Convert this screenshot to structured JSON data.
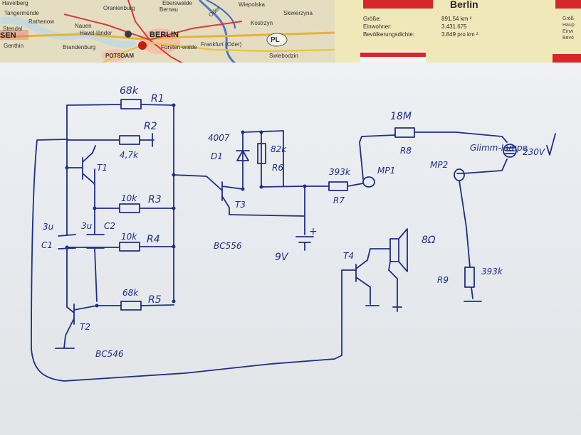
{
  "map": {
    "places": [
      "Havelberg",
      "Oranienburg",
      "Bernau",
      "Eberswalde",
      "Wiepolska",
      "Skwierzyna",
      "Nauen",
      "Kostrzyn",
      "Rathenow",
      "Havel-länder",
      "Genthin",
      "Brandenburg",
      "POTSDAM",
      "BERLIN",
      "Fürsten-walde",
      "Frankfurt (Oder)",
      "Swiebodzin",
      "SEN",
      "Oder",
      "Tangermünde",
      "Stendal"
    ],
    "country_code": "PL"
  },
  "infocard": {
    "city": "Berlin",
    "facts": [
      {
        "label": "Größe:",
        "value": "891,54 km ²"
      },
      {
        "label": "Einwohner:",
        "value": "3.431.675"
      },
      {
        "label": "Bevölkerungsdichte:",
        "value": "3.849 pro km ²"
      }
    ],
    "side_fragments": [
      "Größ",
      "Haup",
      "Einw",
      "Bevö"
    ]
  },
  "schematic": {
    "labels": {
      "r1_value": "68k",
      "r1_name": "R1",
      "r2_name": "R2",
      "r2_value": "4,7k",
      "t1": "T1",
      "r3_value": "10k",
      "r3_name": "R3",
      "c1_value": "3u",
      "c1_name": "C1",
      "c2_value": "3u",
      "c2_name": "C2",
      "r4_value": "10k",
      "r4_name": "R4",
      "r5_value": "68k",
      "r5_name": "R5",
      "t2": "T2",
      "t2_type": "BC546",
      "d1_type": "4007",
      "d1_name": "D1",
      "r6_value": "82k",
      "r6_name": "R6",
      "t3": "T3",
      "t3_type": "BC556",
      "supply": "9V",
      "plus": "+",
      "r7_value": "393k",
      "r7_name": "R7",
      "mp1": "MP1",
      "r8_value": "18M",
      "r8_name": "R8",
      "mp2": "MP2",
      "lamp": "Glimm-lampe",
      "mains": "230V",
      "t4": "T4",
      "speaker": "8Ω",
      "r9_name": "R9",
      "r9_value": "393k"
    }
  }
}
